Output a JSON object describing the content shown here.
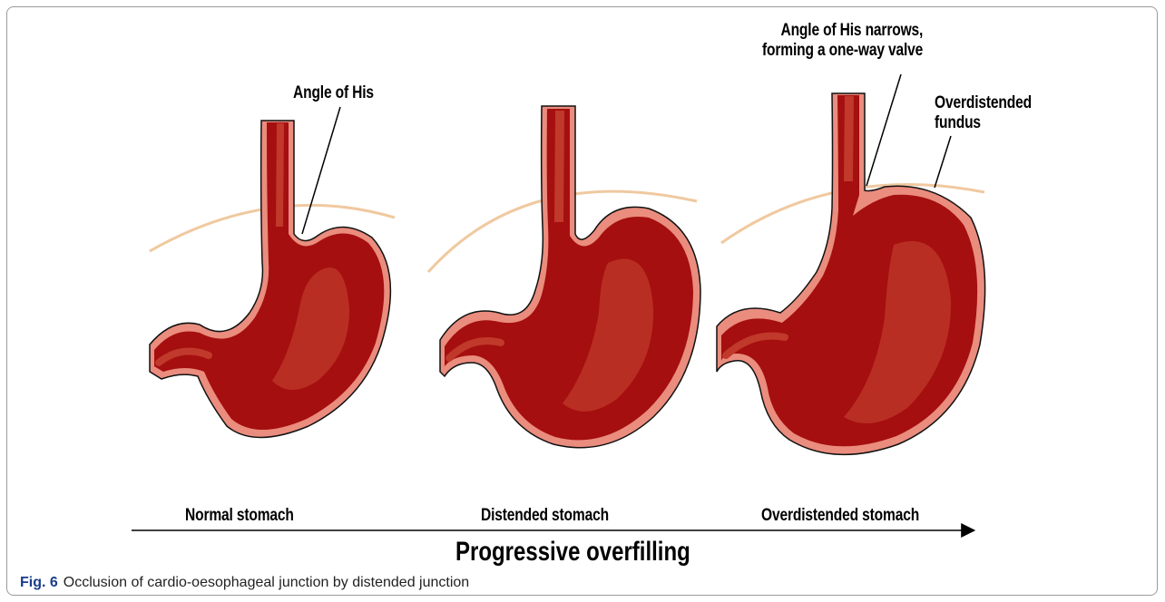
{
  "labels": {
    "angle_of_his": "Angle of His",
    "angle_narrows": "Angle of His narrows,\nforming a one-way valve",
    "overdistended_fundus": "Overdistended\nfundus"
  },
  "stages": {
    "normal": "Normal stomach",
    "distended": "Distended stomach",
    "overdistended": "Overdistended stomach"
  },
  "axis_title": "Progressive overfilling",
  "caption": {
    "number": "Fig. 6",
    "text": "Occlusion of cardio-oesophageal junction by distended junction"
  },
  "colors": {
    "stomach_fill": "#a50f0f",
    "stomach_rim": "#ea8c7e",
    "highlight": "#c0392b",
    "diaphragm": "#f0c9a0"
  }
}
